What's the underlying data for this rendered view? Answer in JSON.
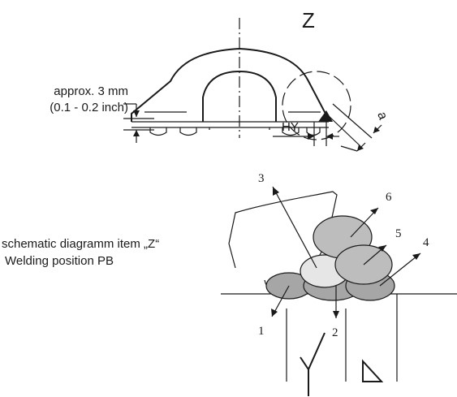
{
  "top_view": {
    "detail_letter": "Z",
    "gap_label_line1": "approx. 3 mm",
    "gap_label_line2": "(0.1 - 0.2 inch)",
    "hy_label": "HY",
    "throat_label": "a"
  },
  "schematic": {
    "caption_line1": "schematic diagramm item „Z“",
    "caption_line2": "Welding position PB",
    "passes": [
      {
        "number": "1",
        "color": "#a6a6a6"
      },
      {
        "number": "2",
        "color": "#a6a6a6"
      },
      {
        "number": "3",
        "color": "#e6e6e6"
      },
      {
        "number": "4",
        "color": "#a6a6a6"
      },
      {
        "number": "5",
        "color": "#bdbdbd"
      },
      {
        "number": "6",
        "color": "#bdbdbd"
      }
    ]
  },
  "colors": {
    "line": "#1a1a1a",
    "bead_dark": "#a6a6a6",
    "bead_mid": "#bdbdbd",
    "bead_light": "#e6e6e6"
  }
}
